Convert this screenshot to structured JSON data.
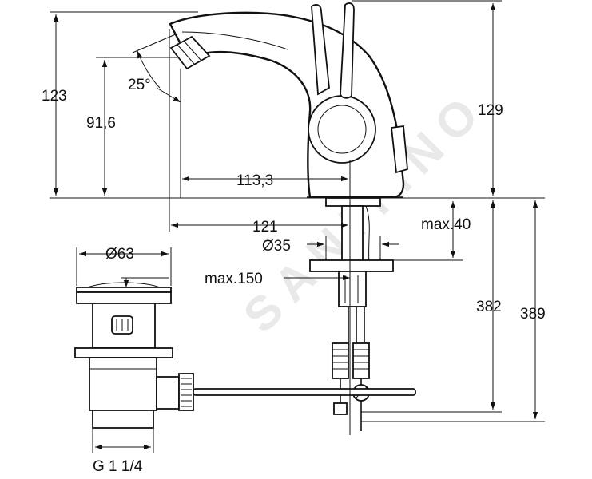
{
  "diagram": {
    "watermark": "SANITINO",
    "dimensions": {
      "overall_height": "123",
      "spout_height": "91,6",
      "spout_angle": "25°",
      "spout_reach": "113,3",
      "top_height": "129",
      "base_to_spout": "121",
      "max_thickness": "max.40",
      "hole_diameter": "Ø35",
      "max_pull_rod": "max.150",
      "waste_diameter": "Ø63",
      "below_height_1": "382",
      "below_height_2": "389",
      "waste_thread": "G 1 1/4"
    },
    "colors": {
      "line": "#111111",
      "background": "#ffffff",
      "watermark": "#e9e9e9"
    }
  }
}
